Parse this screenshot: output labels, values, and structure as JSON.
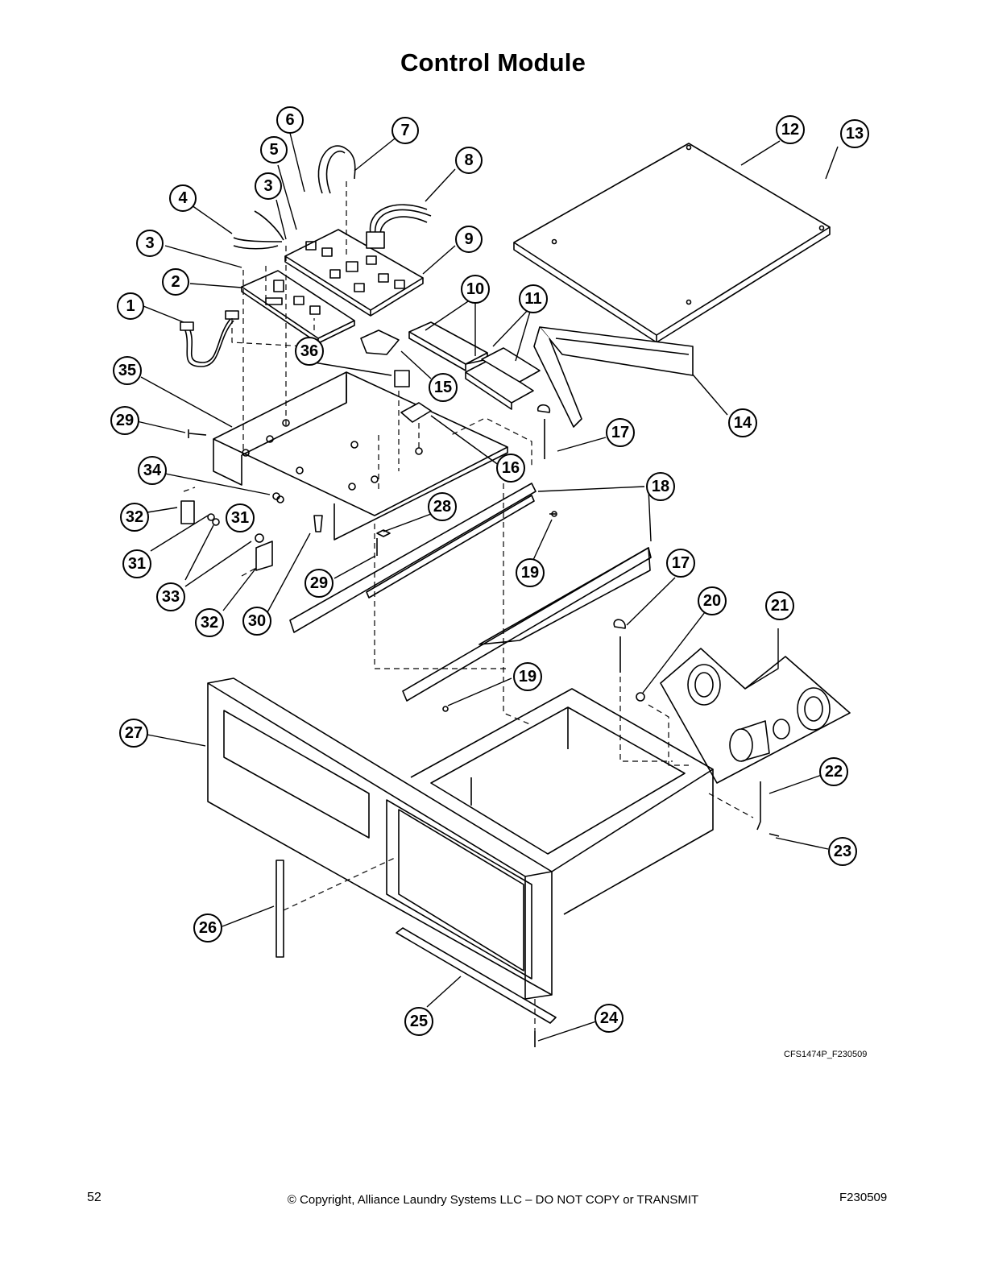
{
  "title": "Control Module",
  "figure_code": "CFS1474P_F230509",
  "footer": {
    "page_number": "52",
    "copyright": "© Copyright, Alliance Laundry Systems LLC – DO NOT COPY or TRANSMIT",
    "doc_code": "F230509"
  },
  "callouts": [
    "1",
    "2",
    "3",
    "3",
    "4",
    "5",
    "6",
    "7",
    "8",
    "9",
    "10",
    "11",
    "12",
    "13",
    "14",
    "15",
    "16",
    "17",
    "17",
    "18",
    "19",
    "19",
    "20",
    "21",
    "22",
    "23",
    "24",
    "25",
    "26",
    "27",
    "28",
    "29",
    "29",
    "30",
    "31",
    "31",
    "32",
    "32",
    "33",
    "34",
    "35",
    "36"
  ]
}
